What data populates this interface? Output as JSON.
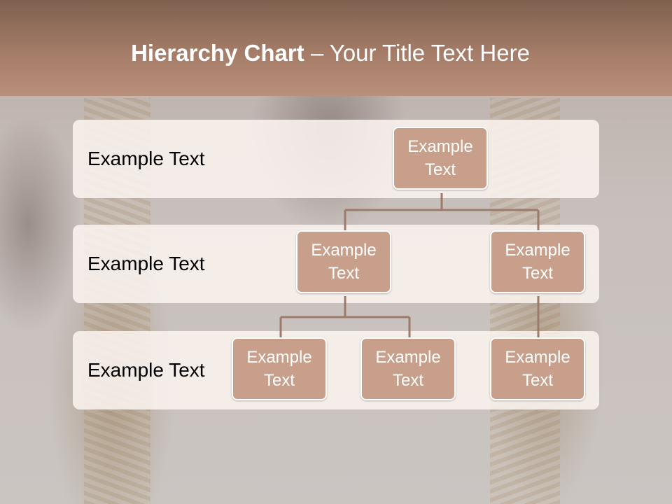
{
  "slide": {
    "title_strong": "Hierarchy Chart",
    "title_rest": " – Your Title Text Here"
  },
  "levels": [
    {
      "label": "Example Text"
    },
    {
      "label": "Example Text"
    },
    {
      "label": "Example Text"
    }
  ],
  "nodes": {
    "root": "Example Text",
    "l2_left": "Example Text",
    "l2_right": "Example Text",
    "l3_a": "Example Text",
    "l3_b": "Example Text",
    "l3_c": "Example Text"
  },
  "colors": {
    "header": "#a47c67",
    "node_fill": "#c79f8b",
    "connector": "#9c7b6a",
    "band": "#f9f2ee"
  }
}
